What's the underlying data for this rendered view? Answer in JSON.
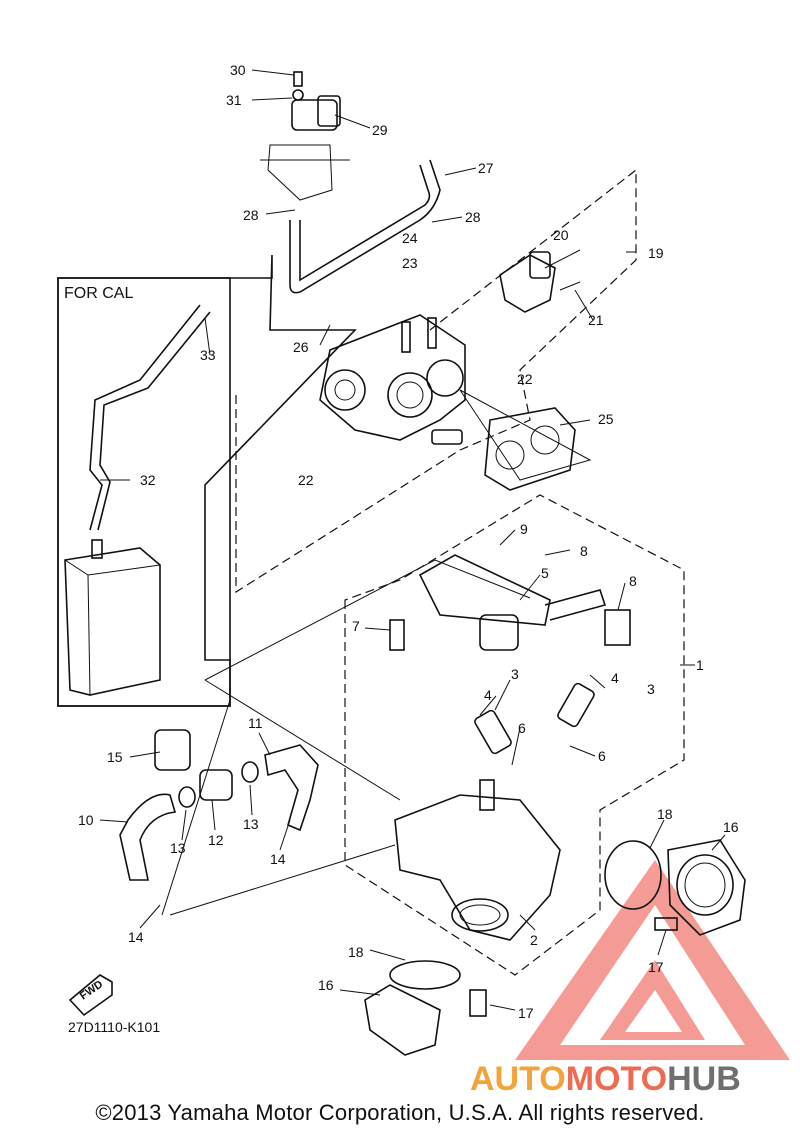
{
  "diagram": {
    "box_label": "FOR CAL",
    "drawing_code": "27D1110-K101",
    "fwd_label": "FWD",
    "labels": {
      "n30": "30",
      "n31": "31",
      "n29": "29",
      "n27": "27",
      "n28a": "28",
      "n28b": "28",
      "n24": "24",
      "n23": "23",
      "n20": "20",
      "n19": "19",
      "n21": "21",
      "n26": "26",
      "n22a": "22",
      "n22b": "22",
      "n25": "25",
      "n33": "33",
      "n32": "32",
      "n9": "9",
      "n8a": "8",
      "n5": "5",
      "n8b": "8",
      "n7": "7",
      "n1": "1",
      "n3a": "3",
      "n4a": "4",
      "n4b": "4",
      "n3b": "3",
      "n6a": "6",
      "n6b": "6",
      "n15": "15",
      "n11": "11",
      "n10": "10",
      "n13a": "13",
      "n12": "12",
      "n13b": "13",
      "n14a": "14",
      "n14b": "14",
      "n18a": "18",
      "n16a": "16",
      "n2": "2",
      "n17a": "17",
      "n18b": "18",
      "n16b": "16",
      "n17b": "17"
    }
  },
  "watermark": {
    "part1": "AUTO",
    "part2": "MOTO",
    "part3": "HUB"
  },
  "copyright": "©2013 Yamaha Motor Corporation, U.S.A. All rights reserved.",
  "colors": {
    "watermark_red": "#e8433a",
    "watermark_orange": "#f2a33a",
    "watermark_gray": "#6f6f6f",
    "line": "#111111"
  }
}
